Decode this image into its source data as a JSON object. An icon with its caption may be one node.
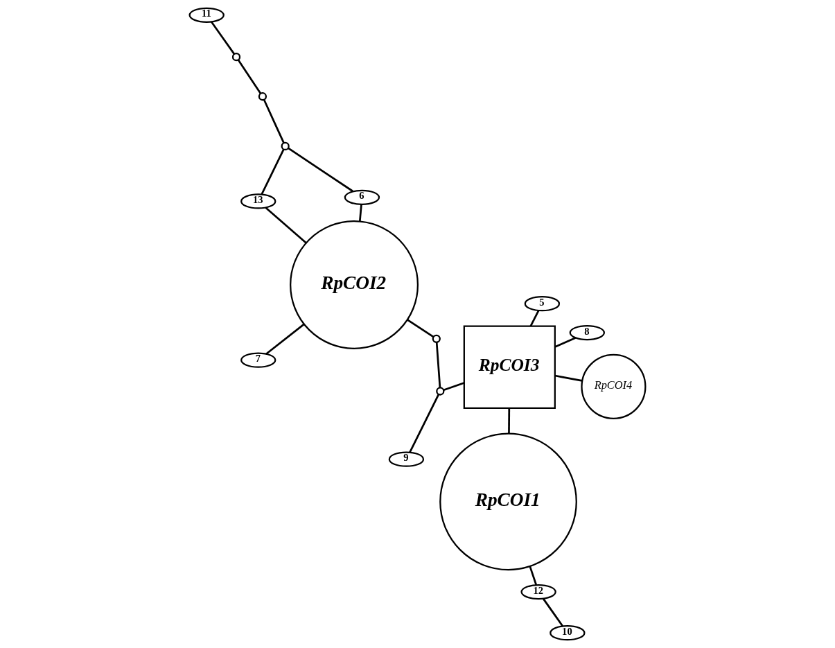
{
  "diagram": {
    "nodes": [
      {
        "text": [
          "9"
        ]
      },
      {
        "text": [
          "8"
        ]
      },
      {
        "text": [
          "RpCOI3"
        ]
      },
      {
        "text": [
          "5"
        ]
      },
      {
        "text": [],
        "shape": "circle"
      },
      {
        "text": [
          "7"
        ]
      },
      {
        "text": [],
        "shape": "circle"
      },
      {
        "text": [
          "RpCOI4"
        ]
      },
      {
        "text": [
          "RpCOI2"
        ]
      },
      {
        "text": [
          "RpCOI1"
        ]
      },
      {
        "text": [
          "13"
        ]
      },
      {
        "text": [],
        "shape": "circle"
      },
      {
        "text": [
          "12"
        ]
      },
      {
        "text": [
          "6"
        ]
      },
      {
        "text": [],
        "shape": "circle"
      },
      {
        "text": [],
        "shape": "circle"
      },
      {
        "text": [
          "10"
        ]
      },
      {
        "text": [
          "11"
        ]
      }
    ],
    "edges": [
      {
        "from": 1,
        "to": 2,
        "arrow": "none"
      },
      {
        "from": 3,
        "to": 2,
        "arrow": "none"
      },
      {
        "from": 7,
        "to": 2,
        "arrow": "none"
      },
      {
        "from": 2,
        "to": 9,
        "arrow": "none"
      },
      {
        "from": 2,
        "to": 4,
        "arrow": "none"
      },
      {
        "from": 4,
        "to": 0,
        "arrow": "none"
      },
      {
        "from": 4,
        "to": 6,
        "arrow": "none"
      },
      {
        "from": 6,
        "to": 8,
        "arrow": "none"
      },
      {
        "from": 8,
        "to": 5,
        "arrow": "none"
      },
      {
        "from": 8,
        "to": 10,
        "arrow": "none"
      },
      {
        "from": 8,
        "to": 13,
        "arrow": "none"
      },
      {
        "from": 13,
        "to": 11,
        "arrow": "none"
      },
      {
        "from": 10,
        "to": 11,
        "arrow": "none"
      },
      {
        "from": 11,
        "to": 14,
        "arrow": "none"
      },
      {
        "from": 14,
        "to": 15,
        "arrow": "none"
      },
      {
        "from": 15,
        "to": 17,
        "arrow": "none"
      },
      {
        "from": 9,
        "to": 12,
        "arrow": "none"
      },
      {
        "from": 12,
        "to": 16,
        "arrow": "none"
      }
    ]
  }
}
